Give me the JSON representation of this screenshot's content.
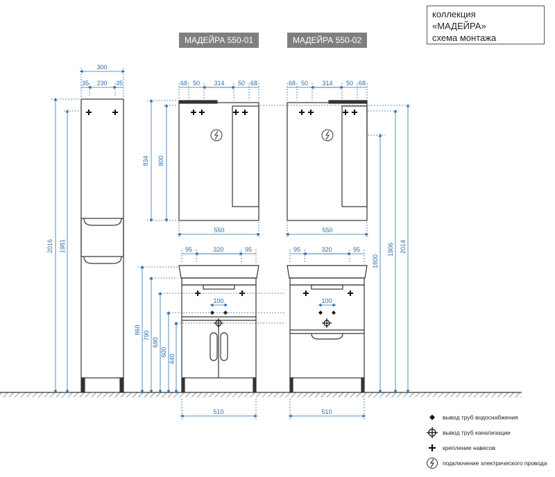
{
  "title": {
    "line1": "коллекция",
    "line2": "«МАДЕЙРА»",
    "line3": "схема монтажа"
  },
  "models": [
    {
      "label": "МАДЕЙРА 550-01"
    },
    {
      "label": "МАДЕЙРА 550-02"
    }
  ],
  "dimensions": {
    "column_width_total": "300",
    "column_side_left": "35",
    "column_between": "230",
    "column_side_right": "35",
    "column_height_full": "2016",
    "column_height_hang": "1981",
    "mirror_top_68_left": "68",
    "mirror_top_50_left": "50",
    "mirror_top_314": "314",
    "mirror_top_50_right": "50",
    "mirror_top_68_right": "68",
    "mirror_height_834": "834",
    "mirror_height_800": "800",
    "mirror_width_550": "550",
    "vanity_95_left": "95",
    "vanity_320": "320",
    "vanity_95_right": "95",
    "vanity_100": "100",
    "vanity_width_510": "510",
    "height_860": "860",
    "height_790": "790",
    "height_690": "690",
    "height_600": "600",
    "height_440": "440",
    "height_1800": "1800",
    "height_1906": "1906",
    "height_2014": "2014"
  },
  "legend": [
    {
      "icon": "water-outlet-icon",
      "text": "вывод труб водоснабжения"
    },
    {
      "icon": "sewer-outlet-icon",
      "text": "вывод труб канализации"
    },
    {
      "icon": "mount-point-icon",
      "text": "крепление навесов"
    },
    {
      "icon": "electric-connection-icon",
      "text": "подключение электрического провода"
    }
  ],
  "colors": {
    "dimension": "#2e6fa8",
    "line": "#333333",
    "label_bg": "#7f7f7f"
  }
}
